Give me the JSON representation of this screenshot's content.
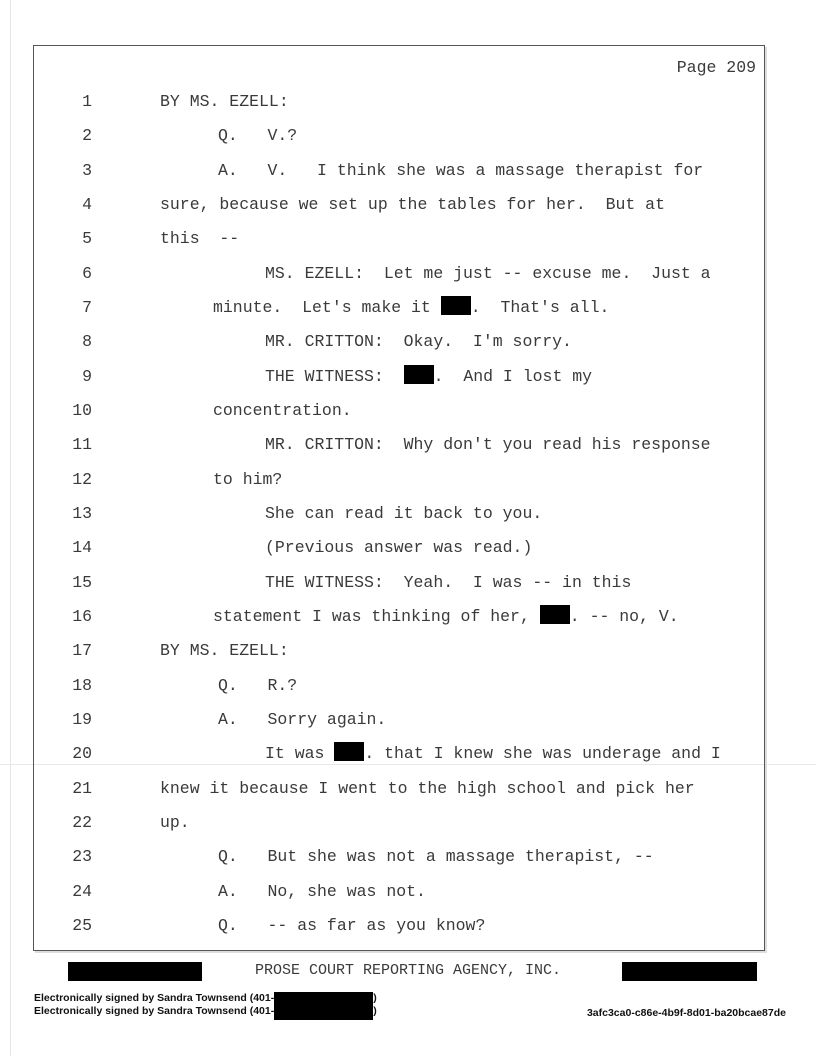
{
  "page_label": "Page 209",
  "lines": [
    {
      "num": "1",
      "indent": "base",
      "parts": [
        "BY MS. EZELL:"
      ]
    },
    {
      "num": "2",
      "indent": "q",
      "parts": [
        "Q.   V.?"
      ]
    },
    {
      "num": "3",
      "indent": "q",
      "parts": [
        "A.   V.   I think she was a massage therapist for"
      ]
    },
    {
      "num": "4",
      "indent": "base",
      "parts": [
        "sure, because we set up the tables for her.  But at"
      ]
    },
    {
      "num": "5",
      "indent": "base",
      "parts": [
        "this  --"
      ]
    },
    {
      "num": "6",
      "indent": "sp",
      "parts": [
        "MS. EZELL:  Let me just -- excuse me.  Just a"
      ]
    },
    {
      "num": "7",
      "indent": "cont",
      "parts": [
        "minute.  Let's make it ",
        "",
        ".  That's all."
      ]
    },
    {
      "num": "8",
      "indent": "sp",
      "parts": [
        "MR. CRITTON:  Okay.  I'm sorry."
      ]
    },
    {
      "num": "9",
      "indent": "sp",
      "parts": [
        "THE WITNESS:  ",
        "",
        ".  And I lost my"
      ]
    },
    {
      "num": "10",
      "indent": "cont",
      "parts": [
        "concentration."
      ]
    },
    {
      "num": "11",
      "indent": "sp",
      "parts": [
        "MR. CRITTON:  Why don't you read his response"
      ]
    },
    {
      "num": "12",
      "indent": "cont",
      "parts": [
        "to him?"
      ]
    },
    {
      "num": "13",
      "indent": "sp",
      "parts": [
        "She can read it back to you."
      ]
    },
    {
      "num": "14",
      "indent": "sp",
      "parts": [
        "(Previous answer was read.)"
      ]
    },
    {
      "num": "15",
      "indent": "sp",
      "parts": [
        "THE WITNESS:  Yeah.  I was -- in this"
      ]
    },
    {
      "num": "16",
      "indent": "cont",
      "parts": [
        "statement I was thinking of her, ",
        "",
        ". -- no, V."
      ]
    },
    {
      "num": "17",
      "indent": "base",
      "parts": [
        "BY MS. EZELL:"
      ]
    },
    {
      "num": "18",
      "indent": "q",
      "parts": [
        "Q.   R.?"
      ]
    },
    {
      "num": "19",
      "indent": "q",
      "parts": [
        "A.   Sorry again."
      ]
    },
    {
      "num": "20",
      "indent": "sp",
      "parts": [
        "It was ",
        "",
        ". that I knew she was underage and I"
      ]
    },
    {
      "num": "21",
      "indent": "base",
      "parts": [
        "knew it because I went to the high school and pick her"
      ]
    },
    {
      "num": "22",
      "indent": "base",
      "parts": [
        "up."
      ]
    },
    {
      "num": "23",
      "indent": "q",
      "parts": [
        "Q.   But she was not a massage therapist, --"
      ]
    },
    {
      "num": "24",
      "indent": "q",
      "parts": [
        "A.   No, she was not."
      ]
    },
    {
      "num": "25",
      "indent": "q",
      "parts": [
        "Q.   -- as far as you know?"
      ]
    }
  ],
  "footer": {
    "agency": "PROSE COURT REPORTING AGENCY, INC.",
    "signature_1": "Electronically signed by Sandra Townsend (401-",
    "signature_2": "Electronically signed by Sandra Townsend (401-",
    "close_paren": ")",
    "document_hash": "3afc3ca0-c86e-4b9f-8d01-ba20bcae87de"
  }
}
